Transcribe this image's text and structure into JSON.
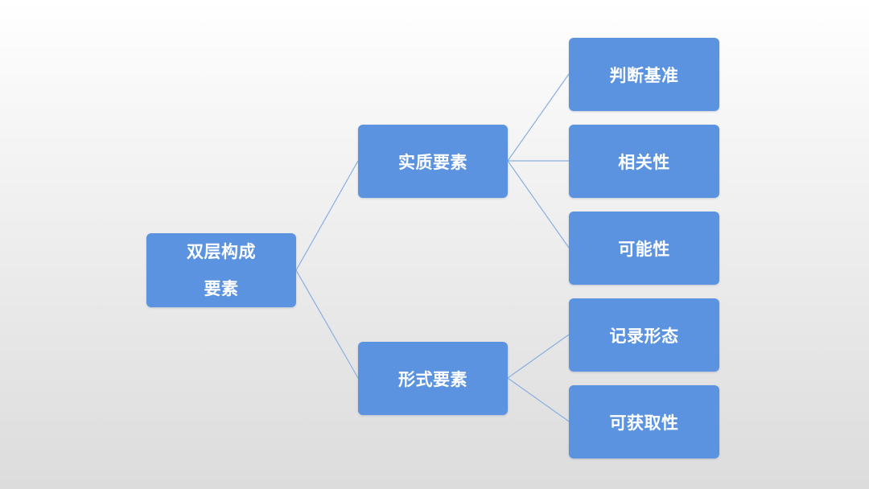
{
  "diagram": {
    "root": {
      "line1": "双层构成",
      "line2": "要素"
    },
    "substantive": {
      "label": "实质要素",
      "children": [
        "判断基准",
        "相关性",
        "可能性"
      ]
    },
    "formal": {
      "label": "形式要素",
      "children": [
        "记录形态",
        "可获取性"
      ]
    },
    "colors": {
      "node_fill": "#5b93e0",
      "node_text": "#ffffff",
      "connector": "#8aaee0"
    }
  }
}
